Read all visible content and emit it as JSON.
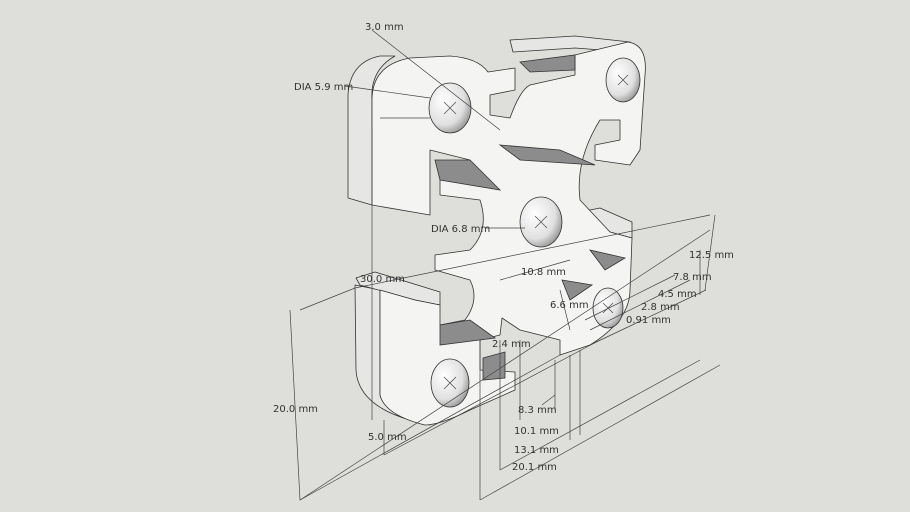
{
  "model": {
    "name": "aluminum-extrusion-profile",
    "colors": {
      "background": "#dededa",
      "face": "#f4f4f2",
      "shadow": "#8c8c8c",
      "line": "#333333"
    }
  },
  "dimensions": {
    "slot_width_top": "3.0 mm",
    "dia_corner": "DIA 5.9 mm",
    "dia_center": "DIA 6.8 mm",
    "d_10_8": "10.8 mm",
    "d_6_6": "6.6 mm",
    "d_12_5": "12.5 mm",
    "d_7_8": "7.8 mm",
    "d_4_5": "4.5 mm",
    "d_2_8": "2.8 mm",
    "d_0_91": "0.91 mm",
    "d_30_0": "30.0 mm",
    "d_2_4": "2.4 mm",
    "d_20_0": "20.0 mm",
    "d_5_0": "5.0 mm",
    "d_8_3": "8.3 mm",
    "d_10_1": "10.1 mm",
    "d_13_1": "13.1 mm",
    "d_20_1": "20.1 mm"
  }
}
